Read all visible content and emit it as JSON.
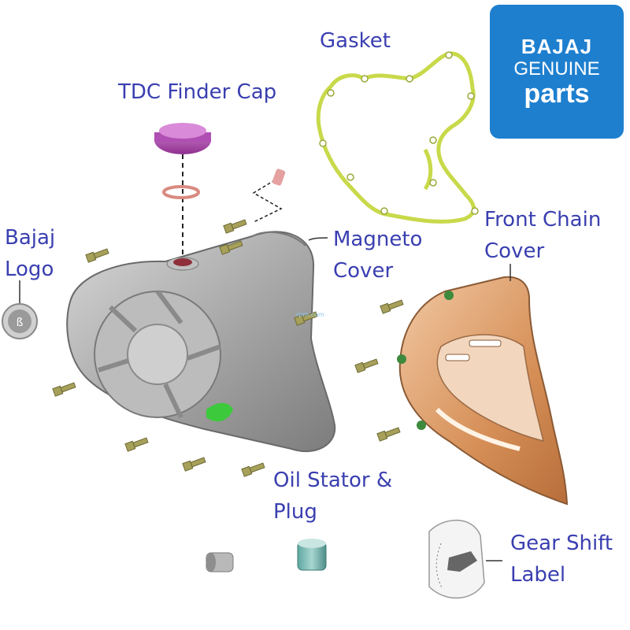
{
  "labels": {
    "gasket": "Gasket",
    "tdc_cap": "TDC Finder Cap",
    "bajaj_logo": [
      "Bajaj",
      "Logo"
    ],
    "magneto_cover": [
      "Magneto",
      "Cover"
    ],
    "front_chain_cover": [
      "Front Chain",
      "Cover"
    ],
    "oil_stator": [
      "Oil Stator &",
      "Plug"
    ],
    "gear_shift": [
      "Gear Shift",
      "Label"
    ]
  },
  "brand_logo": {
    "brand": "BAJAJ",
    "genuine": "GENUINE",
    "parts": "parts"
  },
  "watermark": "rpm.com",
  "colors": {
    "label_text": "#3a3fb0",
    "logo_bg": "#1e7fcf",
    "gasket": "#c8d94a",
    "tdc_cap": "#b04fb3",
    "chain_cover": "#d89a68",
    "magneto_cover": "#a9a9a9"
  }
}
